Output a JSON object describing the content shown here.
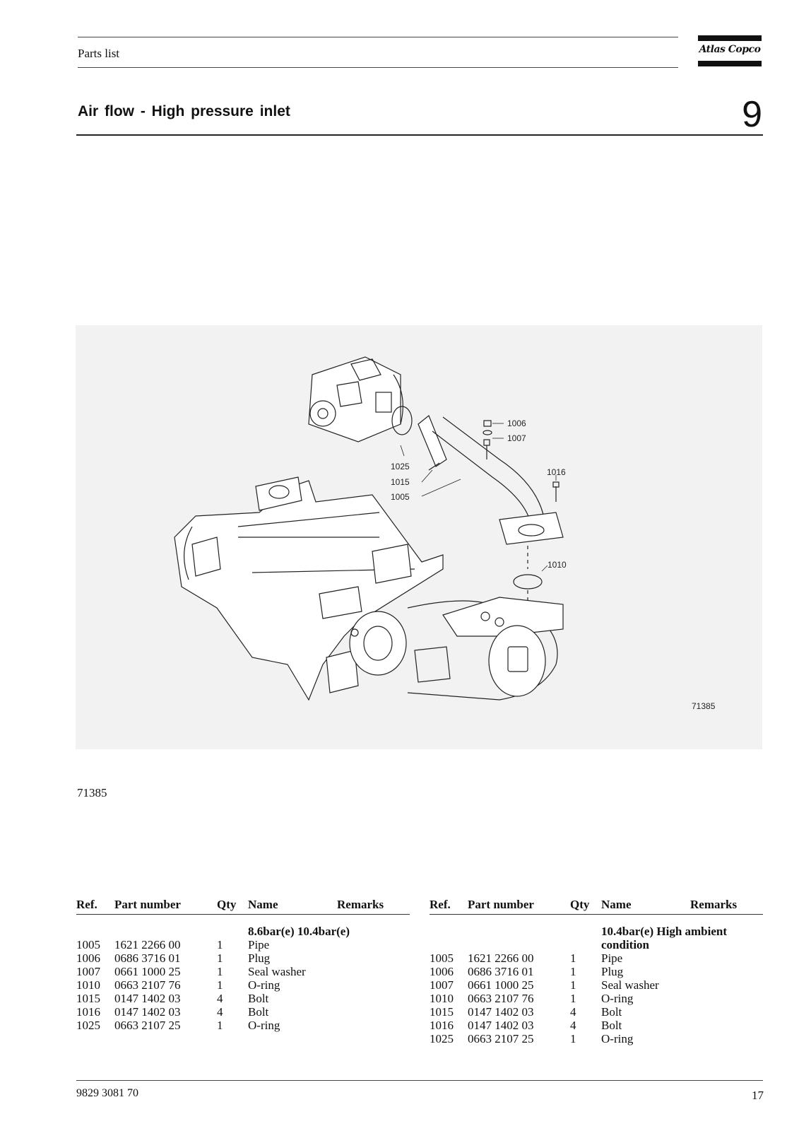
{
  "header": {
    "label": "Parts list",
    "logo_text": "Atlas Copco"
  },
  "section": {
    "title": "Air flow - High pressure inlet",
    "number": "9"
  },
  "figure": {
    "drawing_number": "71385",
    "reference": "71385",
    "callouts": [
      "1006",
      "1007",
      "1025",
      "1015",
      "1005",
      "1016",
      "1010"
    ]
  },
  "columns": [
    "Ref.",
    "Part number",
    "Qty",
    "Name",
    "Remarks"
  ],
  "tables": [
    {
      "note": "8.6bar(e) 10.4bar(e)",
      "rows": [
        [
          "1005",
          "1621 2266 00",
          "1",
          "Pipe",
          ""
        ],
        [
          "1006",
          "0686 3716 01",
          "1",
          "Plug",
          ""
        ],
        [
          "1007",
          "0661 1000 25",
          "1",
          "Seal washer",
          ""
        ],
        [
          "1010",
          "0663 2107 76",
          "1",
          "O-ring",
          ""
        ],
        [
          "1015",
          "0147 1402 03",
          "4",
          "Bolt",
          ""
        ],
        [
          "1016",
          "0147 1402 03",
          "4",
          "Bolt",
          ""
        ],
        [
          "1025",
          "0663 2107 25",
          "1",
          "O-ring",
          ""
        ]
      ]
    },
    {
      "note": "10.4bar(e) High ambient condition",
      "rows": [
        [
          "1005",
          "1621 2266 00",
          "1",
          "Pipe",
          ""
        ],
        [
          "1006",
          "0686 3716 01",
          "1",
          "Plug",
          ""
        ],
        [
          "1007",
          "0661 1000 25",
          "1",
          "Seal washer",
          ""
        ],
        [
          "1010",
          "0663 2107 76",
          "1",
          "O-ring",
          ""
        ],
        [
          "1015",
          "0147 1402 03",
          "4",
          "Bolt",
          ""
        ],
        [
          "1016",
          "0147 1402 03",
          "4",
          "Bolt",
          ""
        ],
        [
          "1025",
          "0663 2107 25",
          "1",
          "O-ring",
          ""
        ]
      ]
    }
  ],
  "footer": {
    "document_number": "9829 3081 70",
    "page": "17"
  }
}
